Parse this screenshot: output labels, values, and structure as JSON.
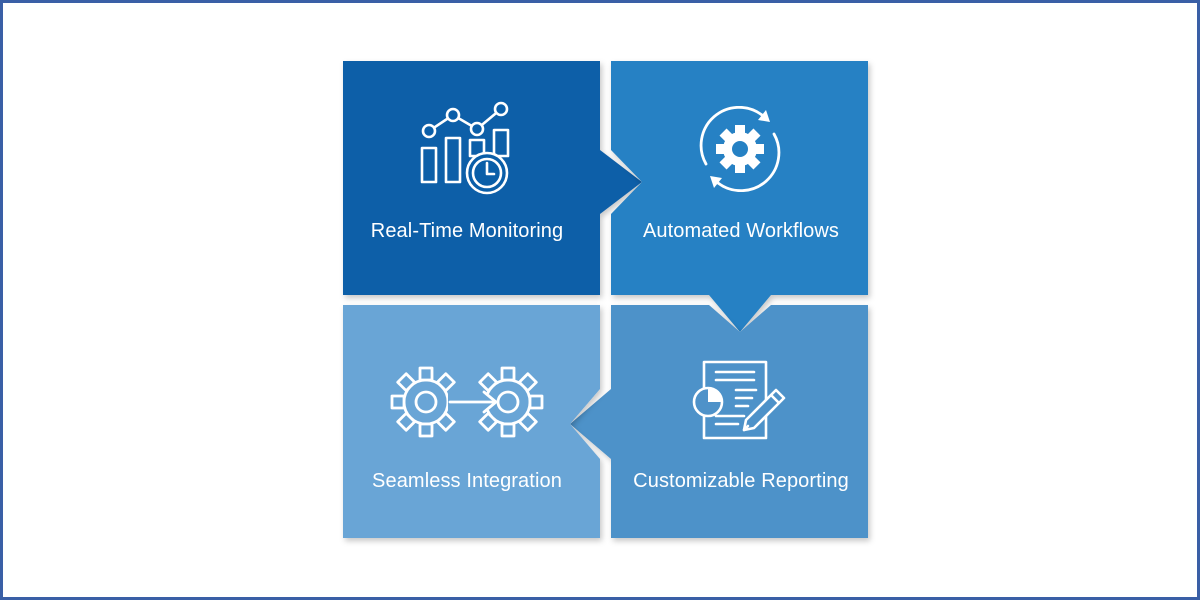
{
  "colors": {
    "frame_border": "#3a5fa6",
    "tile_top_left": "#0a5ea8",
    "tile_top_right": "#2581c4",
    "tile_bottom_right": "#4e92c9",
    "tile_bottom_left": "#69a5d6",
    "icon_stroke": "#ffffff"
  },
  "tiles": [
    {
      "label": "Real-Time Monitoring",
      "icon": "bar-chart-clock-icon"
    },
    {
      "label": "Automated Workflows",
      "icon": "gear-cycle-icon"
    },
    {
      "label": "Customizable Reporting",
      "icon": "report-pencil-icon"
    },
    {
      "label": "Seamless Integration",
      "icon": "gears-arrow-icon"
    }
  ]
}
